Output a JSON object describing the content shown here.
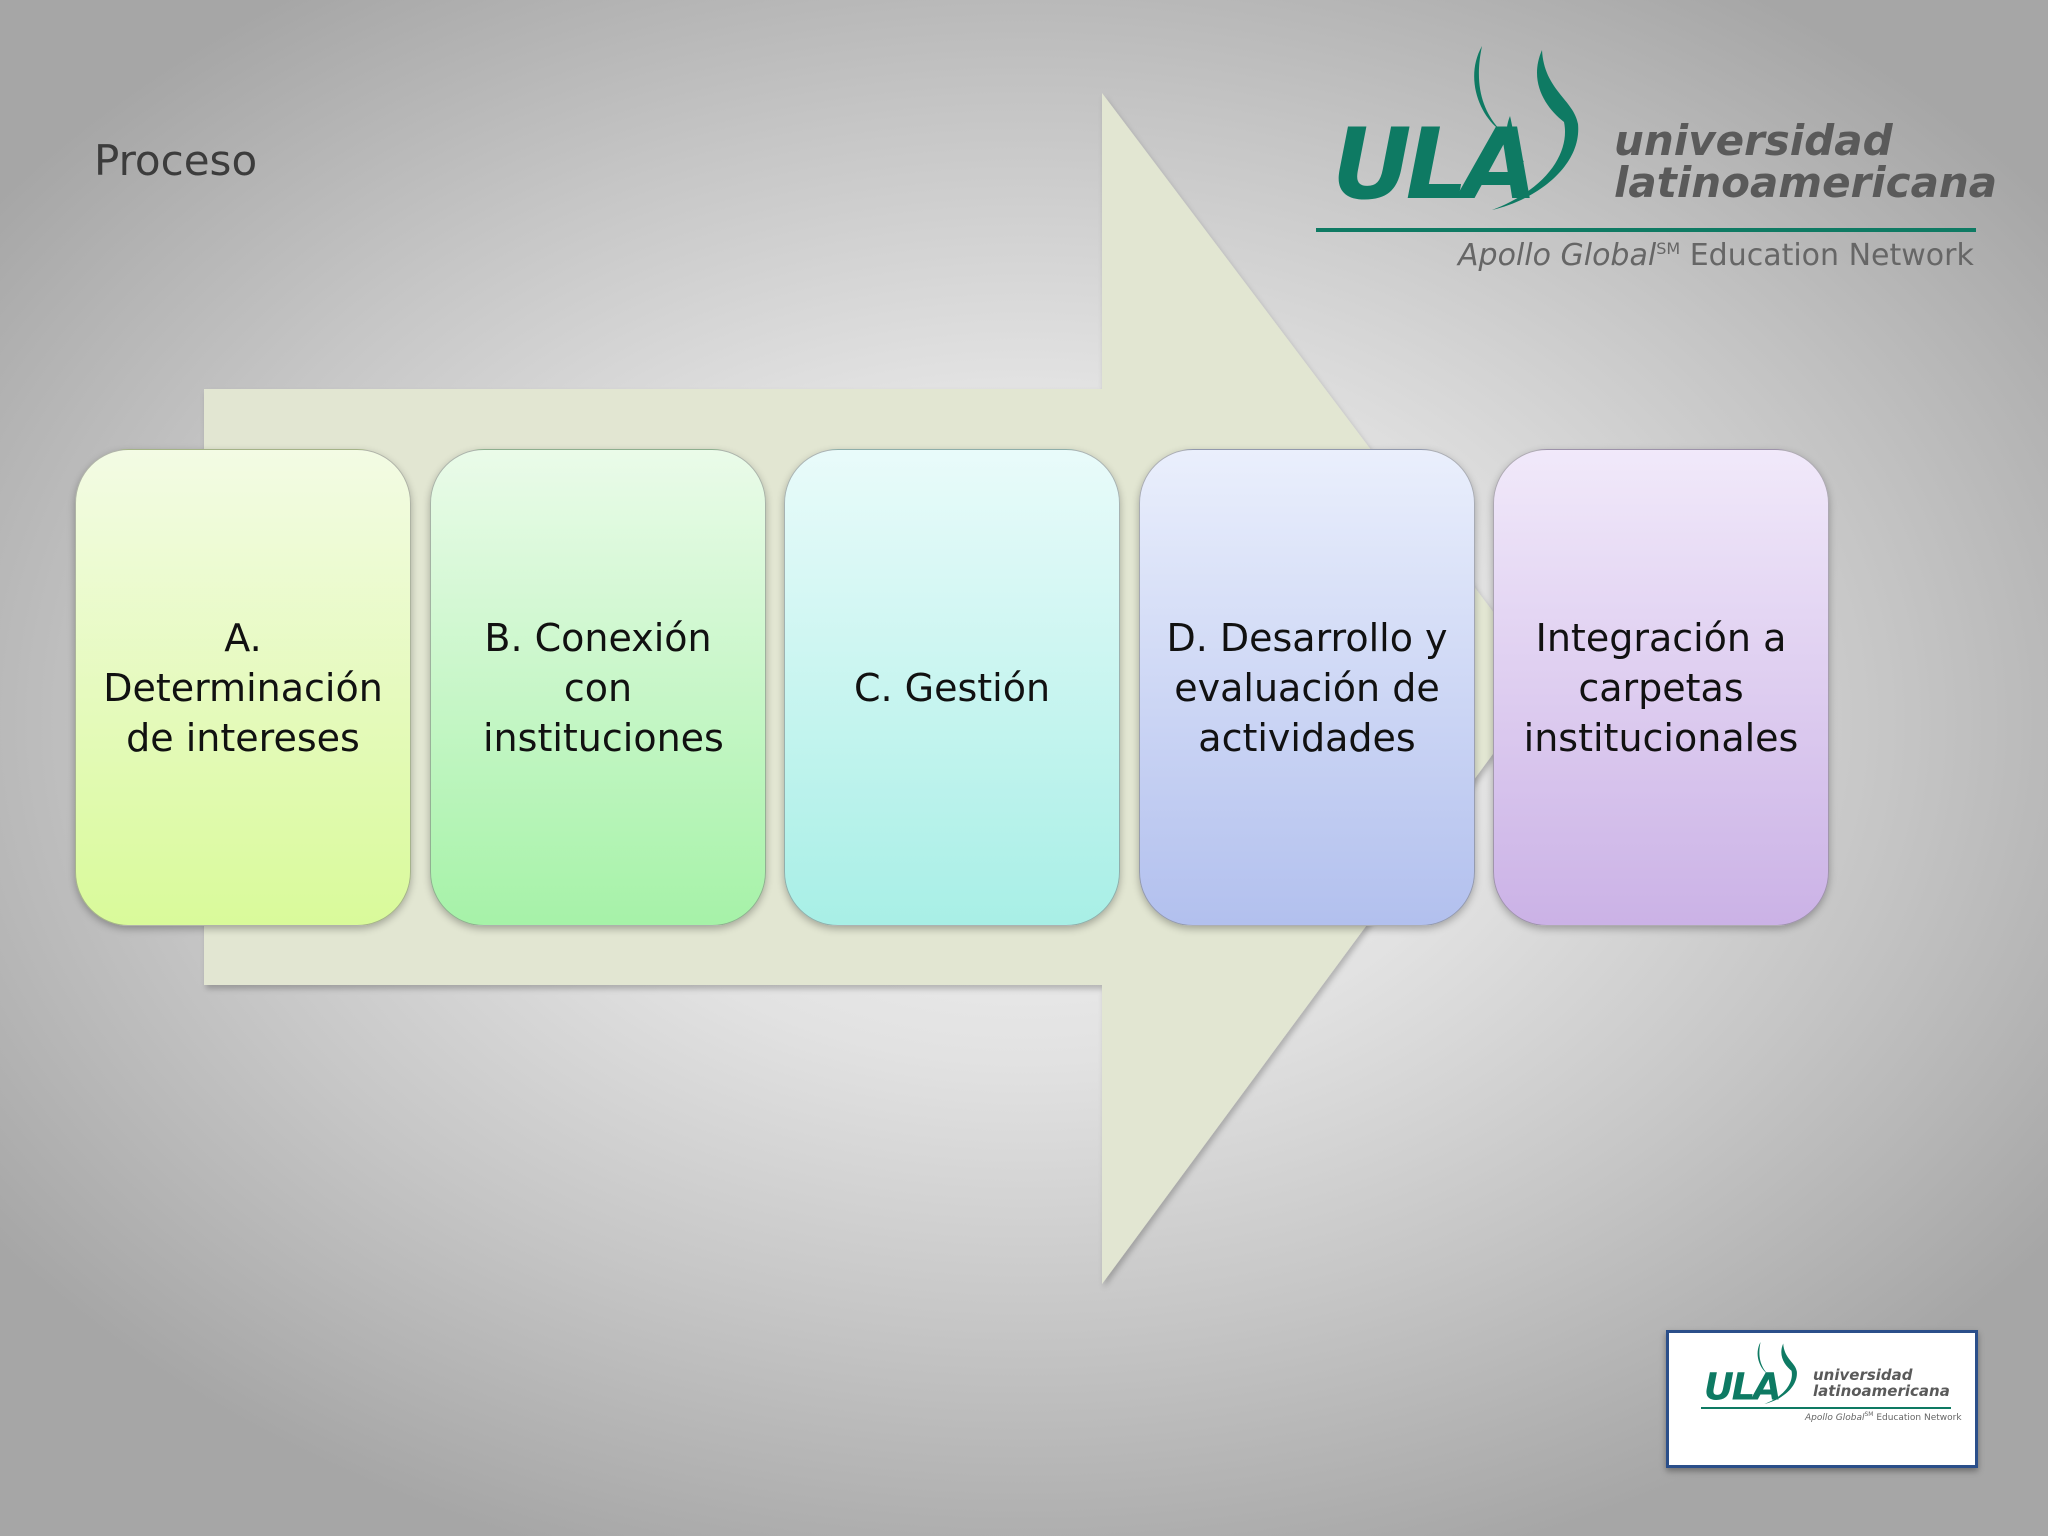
{
  "slide": {
    "title": "Proceso"
  },
  "steps": [
    {
      "label": "A. Determinación de intereses",
      "color_top": "#f3fbe4",
      "color_bottom": "#d9fa9a"
    },
    {
      "label": "B. Conexión con instituciones",
      "color_top": "#eafbe9",
      "color_bottom": "#a6f2a8"
    },
    {
      "label": "C. Gestión",
      "color_top": "#e9fbfa",
      "color_bottom": "#a8efe6"
    },
    {
      "label": "D. Desarrollo y evaluación de actividades",
      "color_top": "#eaeffc",
      "color_bottom": "#b2c0ee"
    },
    {
      "label": "Integración a carpetas institucionales",
      "color_top": "#f1e9fa",
      "color_bottom": "#cbb2e6"
    }
  ],
  "arrow": {
    "fill_color": "#e2e6d2"
  },
  "logo": {
    "mark_text": "ULA",
    "name_line1": "universidad",
    "name_line2": "latinoamericana",
    "tagline_brand": "Apollo Global",
    "tagline_sup": "SM",
    "tagline_rest": " Education Network",
    "brand_color": "#0e7a63"
  },
  "logo_small": {
    "mark_text": "ULA",
    "name_line1": "universidad",
    "name_line2": "latinoamericana",
    "tagline_brand": "Apollo Global",
    "tagline_sup": "SM",
    "tagline_rest": " Education Network"
  }
}
